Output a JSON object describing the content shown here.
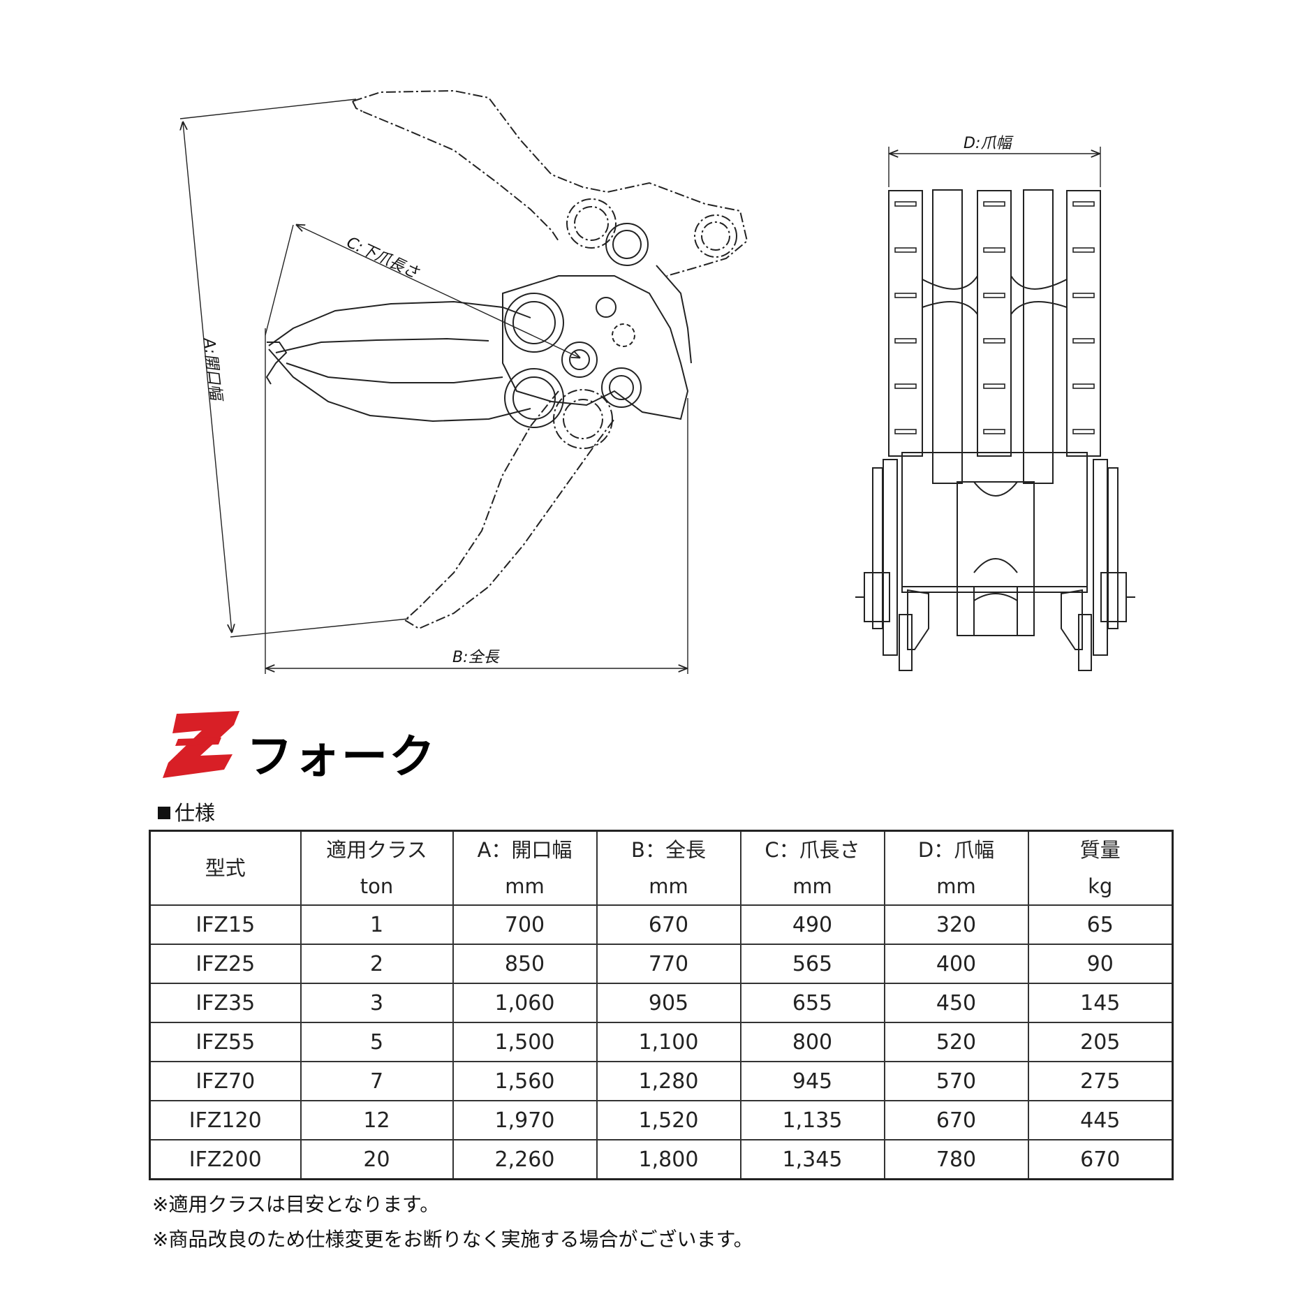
{
  "drawing": {
    "labels": {
      "a": "A:開口幅",
      "b": "B:全長",
      "c": "C:下爪長さ",
      "d": "D:爪幅"
    }
  },
  "title": {
    "logo_letter": "Z",
    "product_name": "フォーク",
    "logo_color": "#d81f26"
  },
  "spec_heading": "仕様",
  "table": {
    "headers": [
      {
        "label": "型式",
        "unit": ""
      },
      {
        "label": "適用クラス",
        "unit": "ton"
      },
      {
        "label": "A：開口幅",
        "unit": "mm"
      },
      {
        "label": "B：全長",
        "unit": "mm"
      },
      {
        "label": "C：爪長さ",
        "unit": "mm"
      },
      {
        "label": "D：爪幅",
        "unit": "mm"
      },
      {
        "label": "質量",
        "unit": "kg"
      }
    ],
    "rows": [
      [
        "IFZ15",
        "1",
        "700",
        "670",
        "490",
        "320",
        "65"
      ],
      [
        "IFZ25",
        "2",
        "850",
        "770",
        "565",
        "400",
        "90"
      ],
      [
        "IFZ35",
        "3",
        "1,060",
        "905",
        "655",
        "450",
        "145"
      ],
      [
        "IFZ55",
        "5",
        "1,500",
        "1,100",
        "800",
        "520",
        "205"
      ],
      [
        "IFZ70",
        "7",
        "1,560",
        "1,280",
        "945",
        "570",
        "275"
      ],
      [
        "IFZ120",
        "12",
        "1,970",
        "1,520",
        "1,135",
        "670",
        "445"
      ],
      [
        "IFZ200",
        "20",
        "2,260",
        "1,800",
        "1,345",
        "780",
        "670"
      ]
    ]
  },
  "notes": [
    "※適用クラスは目安となります。",
    "※商品改良のため仕様変更をお断りなく実施する場合がございます。"
  ]
}
